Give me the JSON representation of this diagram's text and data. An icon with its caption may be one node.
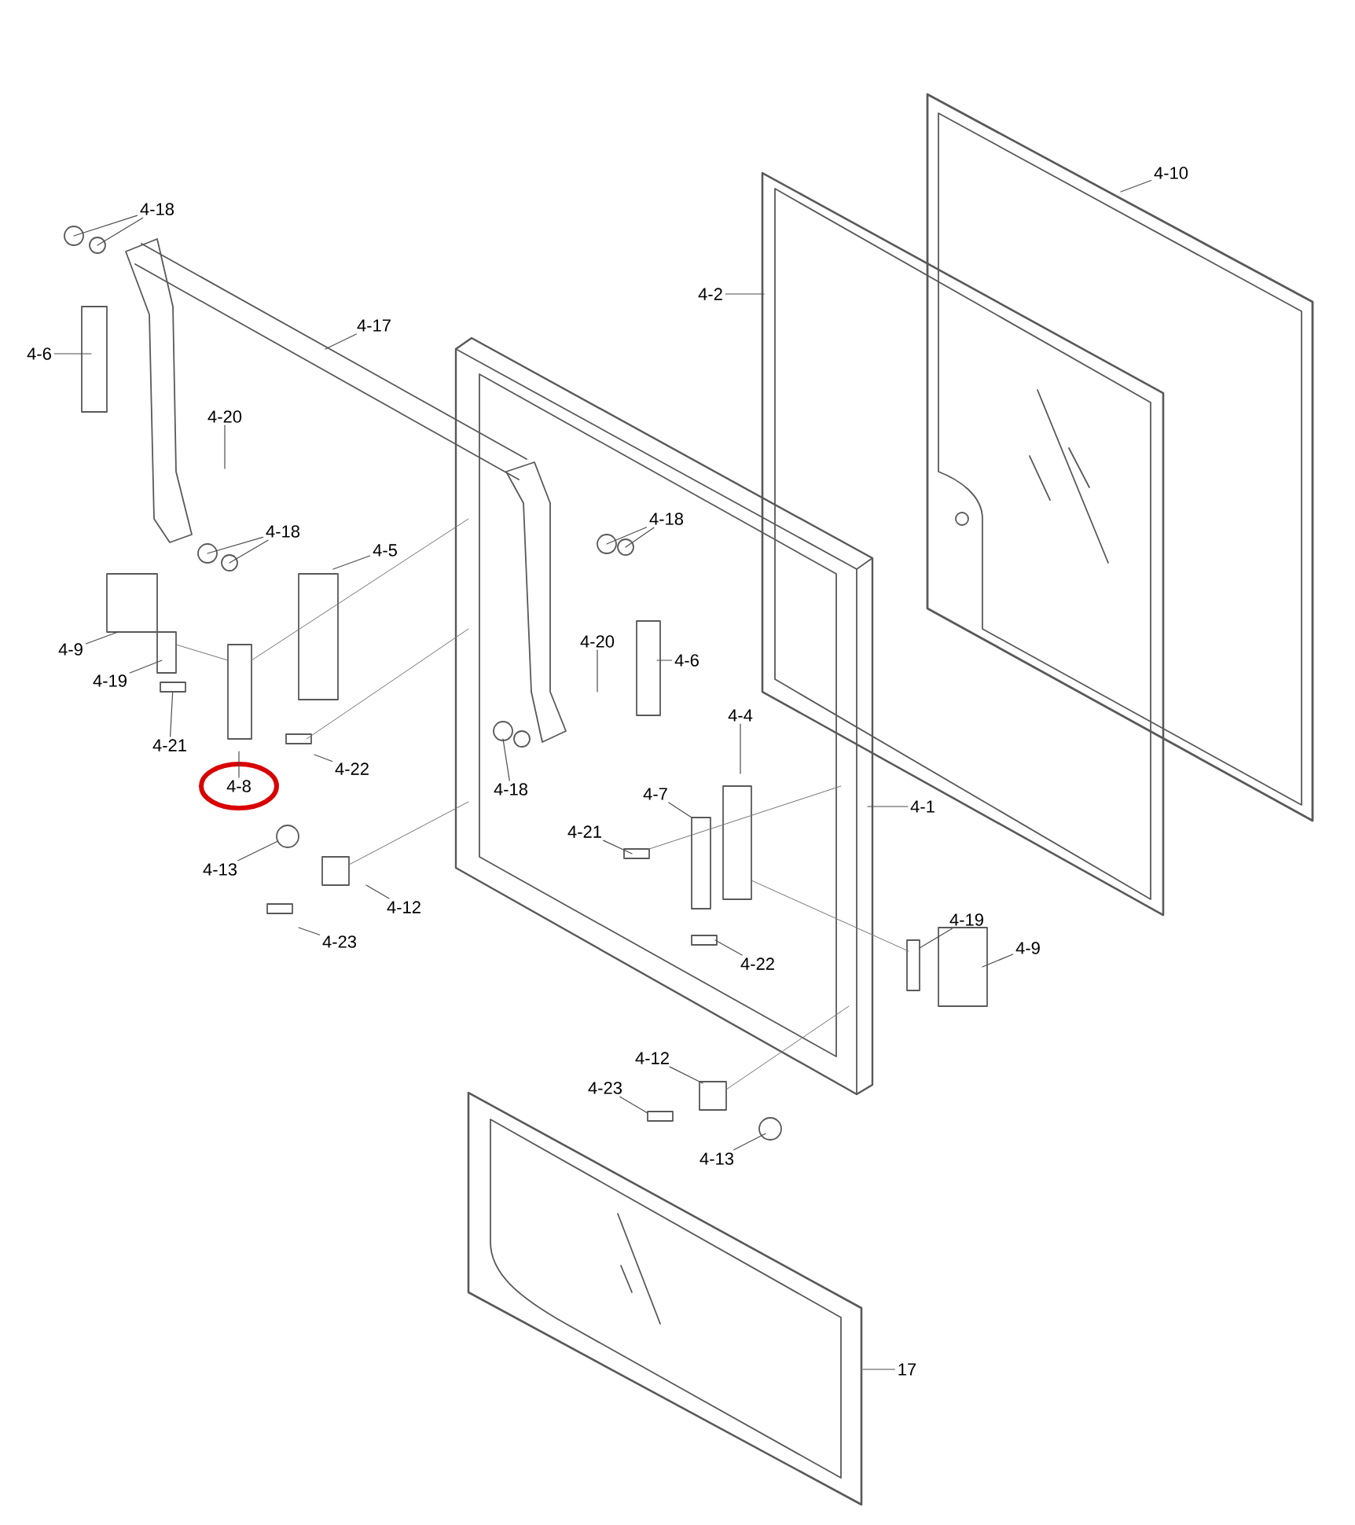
{
  "diagram": {
    "nodes": [
      {
        "text": [
          "4-18"
        ]
      },
      {
        "text": [
          "4-17"
        ]
      },
      {
        "text": [
          "4-6"
        ]
      },
      {
        "text": [
          "4-20"
        ]
      },
      {
        "text": [
          "4-18"
        ]
      },
      {
        "text": [
          "4-5"
        ]
      },
      {
        "text": [
          "4-9"
        ]
      },
      {
        "text": [
          "4-19"
        ]
      },
      {
        "text": [
          "4-21"
        ]
      },
      {
        "text": [
          "4-8"
        ]
      },
      {
        "text": [
          "4-22"
        ]
      },
      {
        "text": [
          "4-13"
        ]
      },
      {
        "text": [
          "4-12"
        ]
      },
      {
        "text": [
          "4-23"
        ]
      },
      {
        "text": [
          "4-18"
        ]
      },
      {
        "text": [
          "4-21"
        ]
      },
      {
        "text": [
          "4-7"
        ]
      },
      {
        "text": [
          "4-4"
        ]
      },
      {
        "text": [
          "4-1"
        ]
      },
      {
        "text": [
          "4-18"
        ]
      },
      {
        "text": [
          "4-20"
        ]
      },
      {
        "text": [
          "4-6"
        ]
      },
      {
        "text": [
          "4-22"
        ]
      },
      {
        "text": [
          "4-19"
        ]
      },
      {
        "text": [
          "4-9"
        ]
      },
      {
        "text": [
          "4-12"
        ]
      },
      {
        "text": [
          "4-23"
        ]
      },
      {
        "text": [
          "4-13"
        ]
      },
      {
        "text": [
          "4-2"
        ]
      },
      {
        "text": [
          "4-10"
        ]
      },
      {
        "text": [
          "17"
        ]
      },
      {
        "text": [],
        "shape": "bolt"
      },
      {
        "text": [],
        "shape": "circle"
      }
    ],
    "edges": [
      {
        "from": 0,
        "to": null,
        "arrow": "none"
      },
      {
        "from": 0,
        "to": null,
        "arrow": "none"
      },
      {
        "from": 1,
        "to": null,
        "arrow": "none"
      },
      {
        "from": 2,
        "to": null,
        "arrow": "none"
      },
      {
        "from": 3,
        "to": null,
        "arrow": "none"
      },
      {
        "from": 4,
        "to": null,
        "arrow": "none"
      },
      {
        "from": 4,
        "to": null,
        "arrow": "none"
      },
      {
        "from": 5,
        "to": null,
        "arrow": "none"
      },
      {
        "from": 6,
        "to": null,
        "arrow": "none"
      },
      {
        "from": 7,
        "to": null,
        "arrow": "none"
      },
      {
        "from": 8,
        "to": 31,
        "arrow": "none"
      },
      {
        "from": 9,
        "to": null,
        "arrow": "none"
      },
      {
        "from": 10,
        "to": null,
        "arrow": "none"
      },
      {
        "from": 11,
        "to": 32,
        "arrow": "none"
      },
      {
        "from": 12,
        "to": null,
        "arrow": "none"
      },
      {
        "from": 13,
        "to": null,
        "arrow": "none"
      },
      {
        "from": 14,
        "to": null,
        "arrow": "none"
      },
      {
        "from": 15,
        "to": null,
        "arrow": "none"
      },
      {
        "from": 16,
        "to": null,
        "arrow": "none"
      },
      {
        "from": 17,
        "to": null,
        "arrow": "none"
      },
      {
        "from": 18,
        "to": null,
        "arrow": "none"
      },
      {
        "from": 19,
        "to": null,
        "arrow": "none"
      },
      {
        "from": 19,
        "to": null,
        "arrow": "none"
      },
      {
        "from": 20,
        "to": null,
        "arrow": "none"
      },
      {
        "from": 21,
        "to": null,
        "arrow": "none"
      },
      {
        "from": 22,
        "to": null,
        "arrow": "none"
      },
      {
        "from": 23,
        "to": null,
        "arrow": "none"
      },
      {
        "from": 24,
        "to": null,
        "arrow": "none"
      },
      {
        "from": 25,
        "to": null,
        "arrow": "none"
      },
      {
        "from": 26,
        "to": null,
        "arrow": "none"
      },
      {
        "from": 27,
        "to": null,
        "arrow": "none"
      },
      {
        "from": 28,
        "to": null,
        "arrow": "none"
      },
      {
        "from": 29,
        "to": null,
        "arrow": "none"
      },
      {
        "from": 30,
        "to": null,
        "arrow": "none"
      }
    ]
  }
}
